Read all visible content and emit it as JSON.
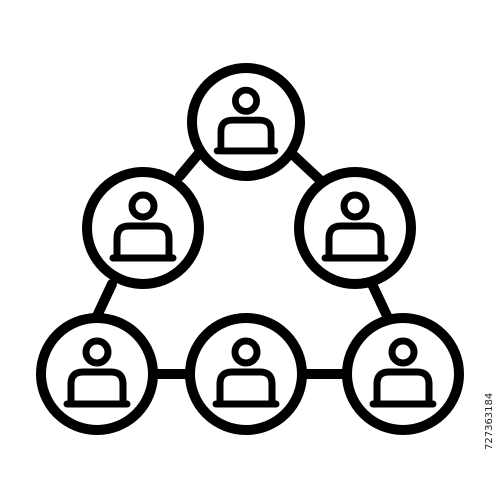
{
  "icon": {
    "name": "people-network-icon",
    "stroke_color": "#000000",
    "background_color": "#ffffff",
    "nodes": [
      {
        "name": "person-node-top",
        "icon": "person-icon"
      },
      {
        "name": "person-node-upper-left",
        "icon": "person-icon"
      },
      {
        "name": "person-node-upper-right",
        "icon": "person-icon"
      },
      {
        "name": "person-node-bottom-left",
        "icon": "person-icon"
      },
      {
        "name": "person-node-bottom-center",
        "icon": "person-icon"
      },
      {
        "name": "person-node-bottom-right",
        "icon": "person-icon"
      }
    ]
  },
  "stock_id": "727363184"
}
